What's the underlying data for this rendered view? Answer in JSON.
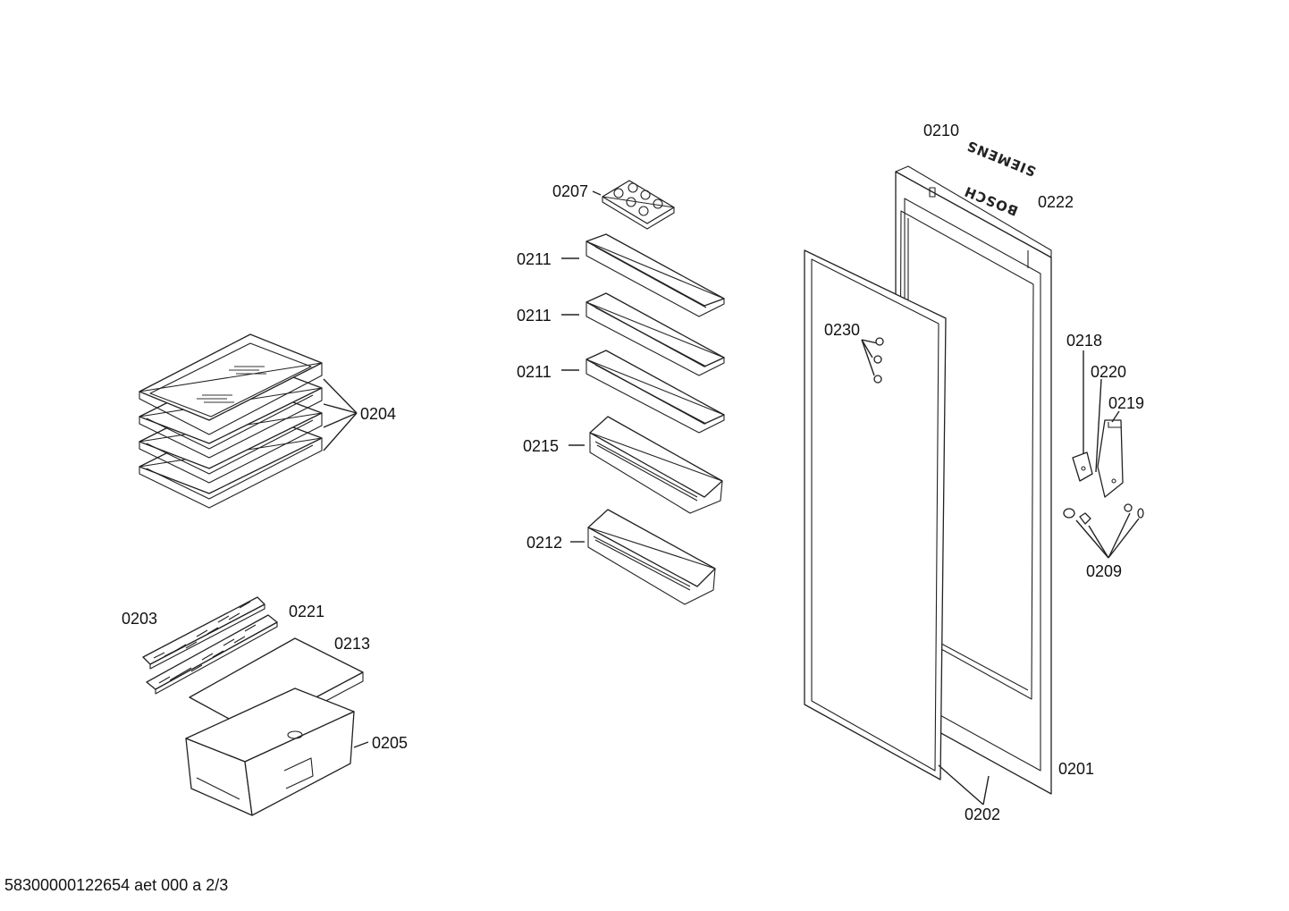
{
  "labels": {
    "p0210": "0210",
    "p0222": "0222",
    "p0207": "0207",
    "p0211_a": "0211",
    "p0211_b": "0211",
    "p0211_c": "0211",
    "p0215": "0215",
    "p0212": "0212",
    "p0230": "0230",
    "p0218": "0218",
    "p0220": "0220",
    "p0219": "0219",
    "p0209": "0209",
    "p0204": "0204",
    "p0203": "0203",
    "p0221": "0221",
    "p0213": "0213",
    "p0205": "0205",
    "p0201": "0201",
    "p0202": "0202"
  },
  "brands": {
    "siemens": "SIEMENS",
    "bosch": "BOSCH"
  },
  "footer": "58300000122654 aet 000 a 2/3"
}
